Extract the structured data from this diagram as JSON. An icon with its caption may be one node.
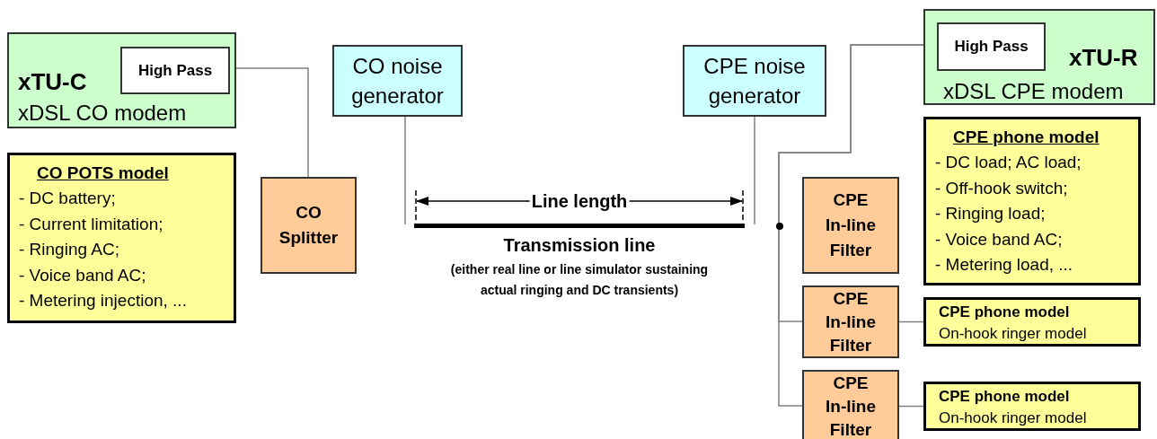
{
  "diagram": {
    "nodes": [
      {
        "text": [
          "xTU-C",
          "xDSL CO modem"
        ]
      },
      {
        "text": [
          "High Pass"
        ],
        "in": 0
      },
      {
        "text": [
          "CO noise generator"
        ]
      },
      {
        "text": [
          "CPE noise generator"
        ]
      },
      {
        "text": [
          "xTU-R",
          "xDSL CPE modem"
        ]
      },
      {
        "text": [
          "High Pass"
        ],
        "in": 4
      },
      {
        "text": [
          "CPE phone model",
          "- DC load; AC load;",
          "- Off-hook switch;",
          "- Ringing load;",
          "- Voice band AC;",
          "- Metering load, ..."
        ]
      },
      {
        "text": [
          "CO POTS model",
          "- DC battery;",
          "- Current limitation;",
          "- Ringing AC;",
          "- Voice band AC;",
          "- Metering injection, ..."
        ]
      },
      {
        "text": [
          "CO Splitter"
        ]
      },
      {
        "text": [
          "CPE In-line Filter"
        ]
      },
      {
        "text": [
          "CPE In-line Filter"
        ]
      },
      {
        "text": [
          "CPE phone model",
          "On-hook ringer model"
        ]
      },
      {
        "text": [
          "CPE In-line Filter"
        ]
      },
      {
        "text": [
          "CPE phone model",
          "On-hook ringer model"
        ]
      }
    ],
    "edges": [
      {
        "from": 1,
        "to": 8,
        "arrow": "none"
      },
      {
        "from": 2,
        "to": null,
        "arrow": "none"
      },
      {
        "from": 3,
        "to": null,
        "arrow": "none"
      },
      {
        "from": 5,
        "to": 10,
        "arrow": "none"
      },
      {
        "from": 5,
        "to": 12,
        "arrow": "none"
      },
      {
        "from": 10,
        "to": 11,
        "arrow": "none"
      },
      {
        "from": 12,
        "to": 13,
        "arrow": "none"
      }
    ],
    "labels": [
      "Line length",
      "Transmission line",
      "(either real line or line simulator sustaining actual ringing and DC transients)"
    ]
  }
}
